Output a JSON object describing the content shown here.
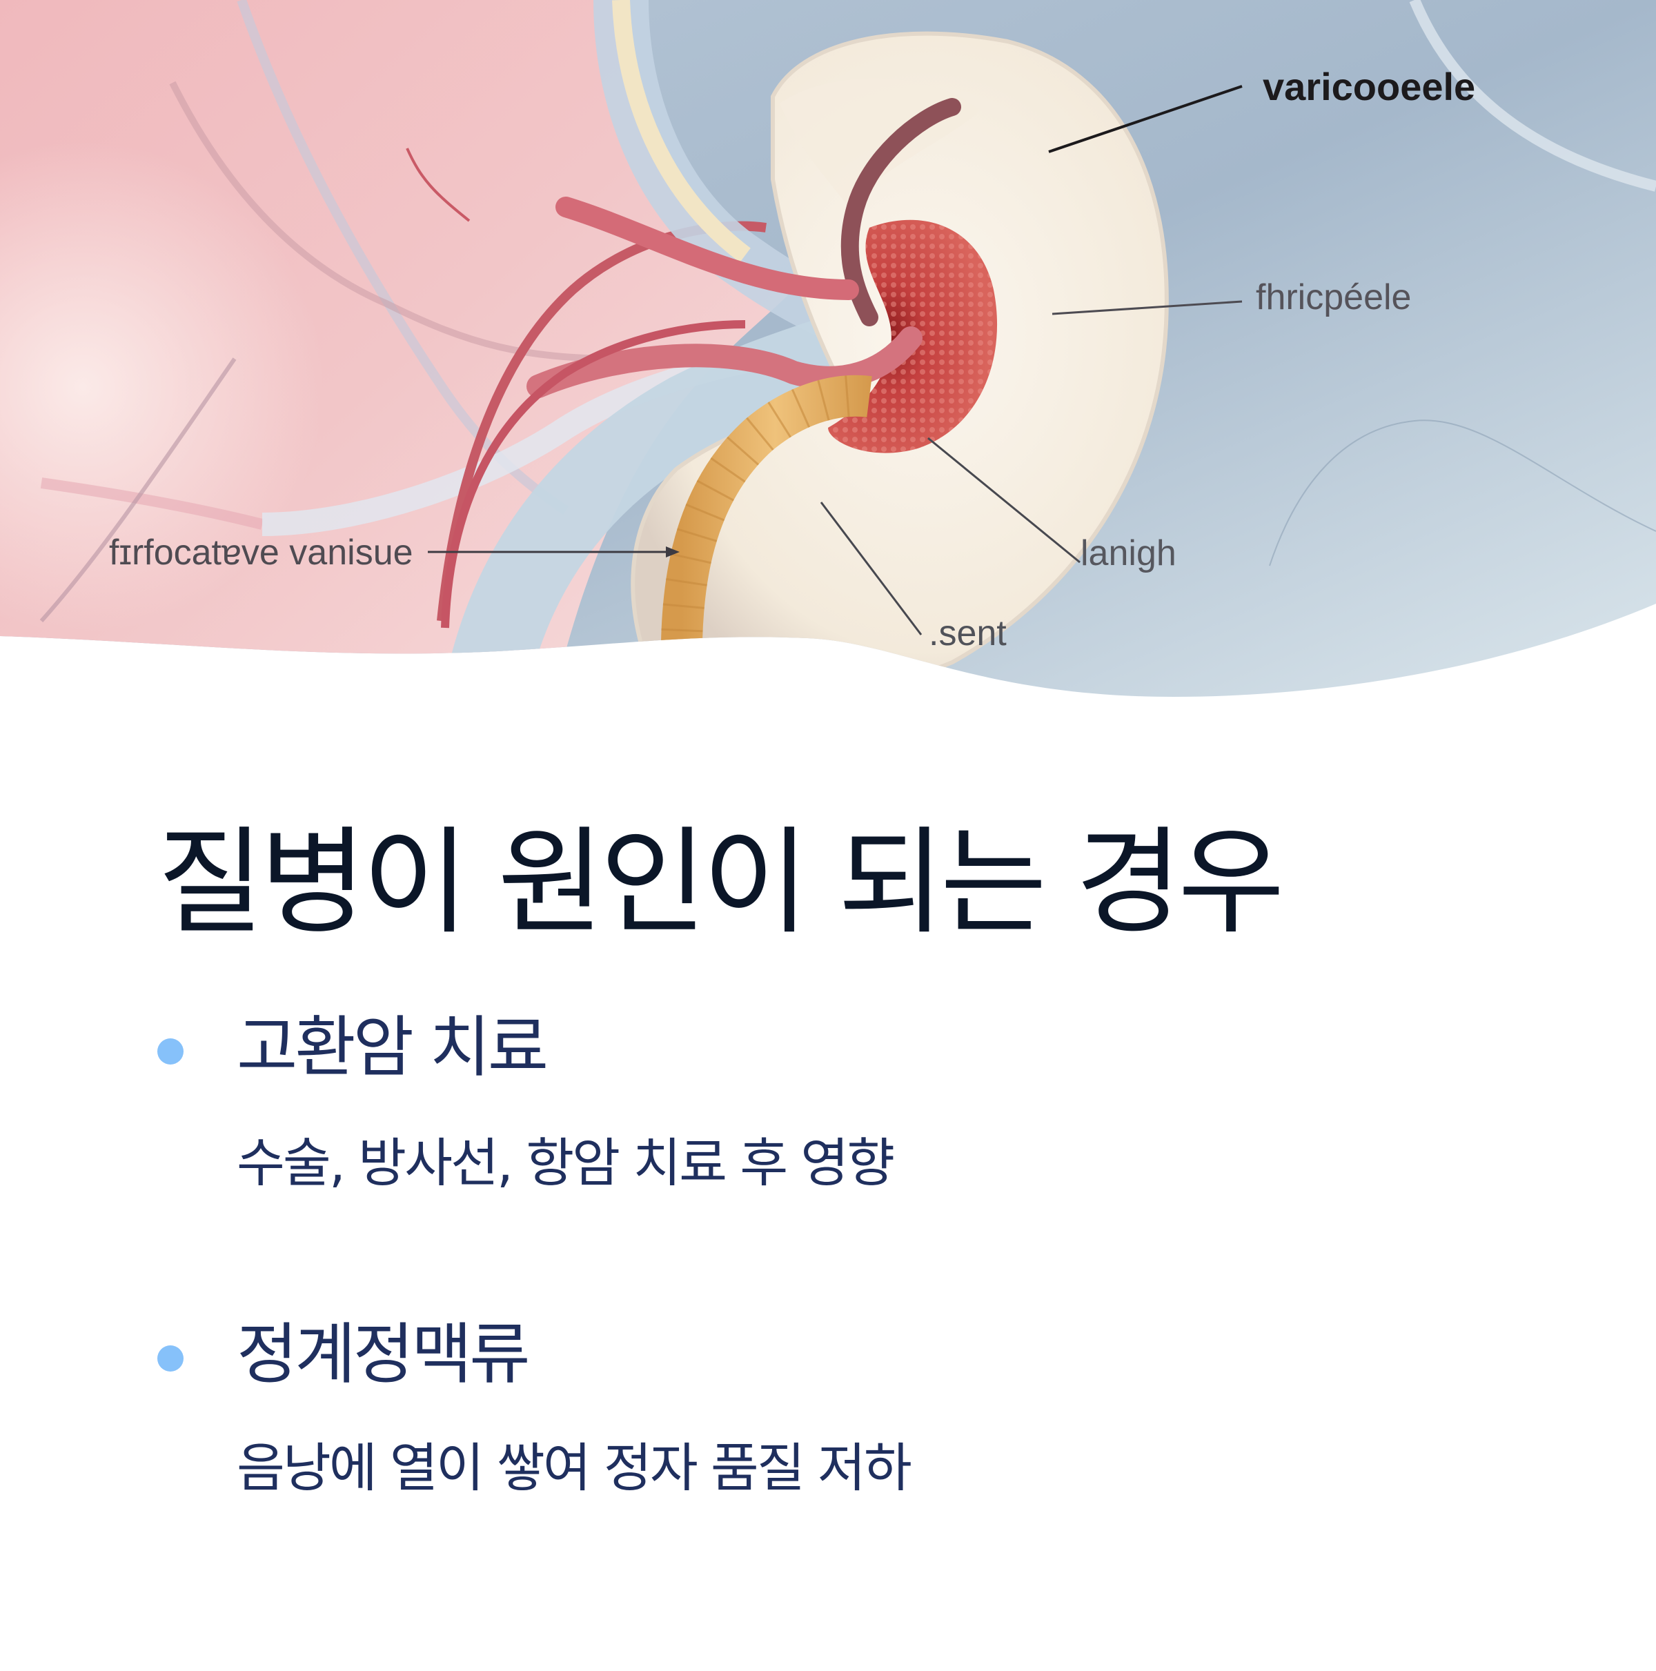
{
  "illustration": {
    "labels": {
      "varicocele": "varicooeele",
      "fhricpeele": "fhricpéele",
      "lanigh": "lanigh",
      "sent": ".sent",
      "left": "fɪrfocatɐve vanisue"
    },
    "colors": {
      "skin": "#f2c3c6",
      "sky_blue": "#a9bccd",
      "cream": "#f6efe2",
      "vessel_red": "#c85a67",
      "tissue_red": "#c8423f",
      "cord_gold": "#e2b066"
    }
  },
  "main": {
    "title": "질병이 원인이 되는 경우",
    "bullets": [
      {
        "heading": "고환암 치료",
        "description": "수술, 방사선, 항암 치료 후 영향"
      },
      {
        "heading": "정계정맥류",
        "description": "음낭에 열이 쌓여 정자 품질 저하"
      }
    ]
  },
  "colors": {
    "title": "#0b1628",
    "text": "#1f2f5e",
    "bullet_dot": "#86c1fa",
    "background": "#ffffff"
  }
}
